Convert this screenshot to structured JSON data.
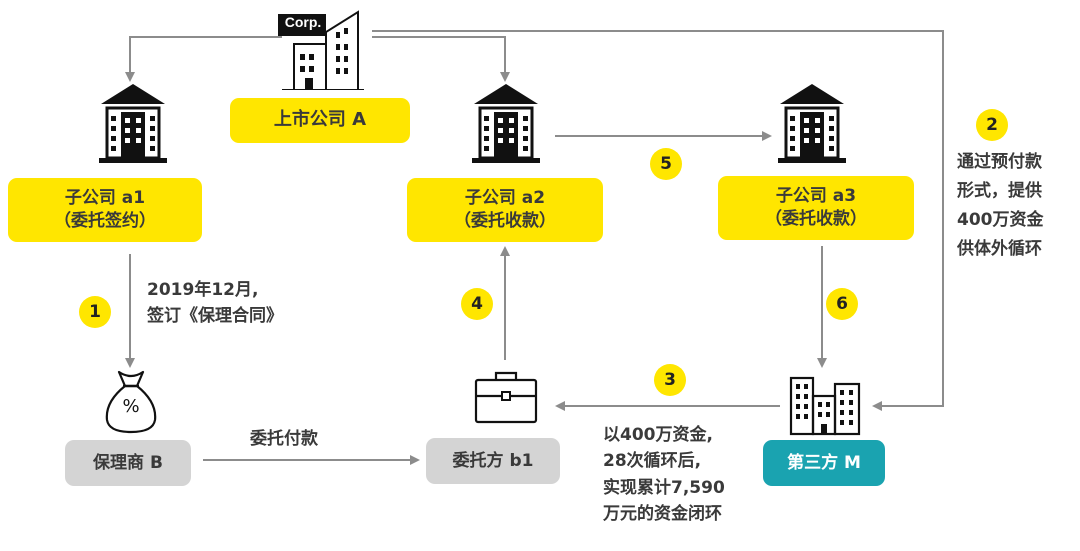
{
  "nodes": {
    "listed_company": "上市公司 A",
    "corp_sign": "Corp.",
    "sub_a1": {
      "name": "子公司 a1",
      "role": "（委托签约）"
    },
    "sub_a2": {
      "name": "子公司 a2",
      "role": "（委托收款）"
    },
    "sub_a3": {
      "name": "子公司 a3",
      "role": "（委托收款）"
    },
    "factor": "保理商 B",
    "client": "委托方 b1",
    "third_party": "第三方 M",
    "money_bag_symbol": "%"
  },
  "steps": [
    "1",
    "2",
    "3",
    "4",
    "5",
    "6"
  ],
  "notes": {
    "step1": [
      "2019年12月,",
      "签订《保理合同》"
    ],
    "step2": [
      "通过预付款",
      "形式，提供",
      "400万资金",
      "供体外循环"
    ],
    "step3": [
      "以400万资金,",
      "28次循环后,",
      "实现累计7,590",
      "万元的资金闭环"
    ],
    "payment_label": "委托付款"
  },
  "colors": {
    "accent_yellow": "#ffe600",
    "teal": "#1aa3b0",
    "grey_box": "#d4d4d4",
    "arrow": "#8c8c8c",
    "icon": "#111111"
  }
}
